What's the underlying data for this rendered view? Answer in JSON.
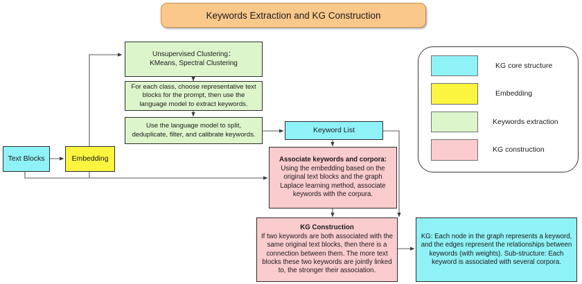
{
  "title": {
    "text": "Keywords Extraction and KG Construction"
  },
  "palette": {
    "kg_core": "#8ff2f7",
    "embedding": "#fbf53f",
    "keywords_extraction": "#ddf5cb",
    "kg_construction": "#fbccce",
    "title_fill": "#fbc88b",
    "stroke": "#2b2b2b",
    "wire": "#5a5a5a"
  },
  "nodes": {
    "text_blocks": {
      "label": "Text Blocks"
    },
    "embedding": {
      "label": "Embedding"
    },
    "clustering": {
      "line1": "Unsupervised Clustering：",
      "line2": "KMeans, Spectral Clustering"
    },
    "representative": {
      "text": "For each class, choose representative text blocks for the prompt, then use the language model to extract keywords."
    },
    "calibrate": {
      "text": "Use the language model to split, deduplicate, filter, and calibrate keywords."
    },
    "keyword_list": {
      "label": "Keyword List"
    },
    "associate": {
      "heading": "Associate keywords and corpora:",
      "body": "Using the embedding based on the original text blocks and the graph Laplace learning method, associate keywords with the corpura."
    },
    "kg_construction": {
      "heading": "KG Construction",
      "body": "If two keywords are both associated with the same original text blocks, then there is a connection between them. The more text blocks these two keywords are jointly linked to, the stronger their association."
    },
    "kg_description": {
      "text": "KG: Each node in the graph represents a keyword, and the edges represent the relationships between keywords (with weights). Sub-structure: Each keyword is associated with several corpora."
    }
  },
  "legend": {
    "items": [
      {
        "label": "KG core structure",
        "color": "#8ff2f7"
      },
      {
        "label": "Embedding",
        "color": "#fbf53f"
      },
      {
        "label": "Keywords extraction",
        "color": "#ddf5cb"
      },
      {
        "label": "KG construction",
        "color": "#fbccce"
      }
    ]
  }
}
